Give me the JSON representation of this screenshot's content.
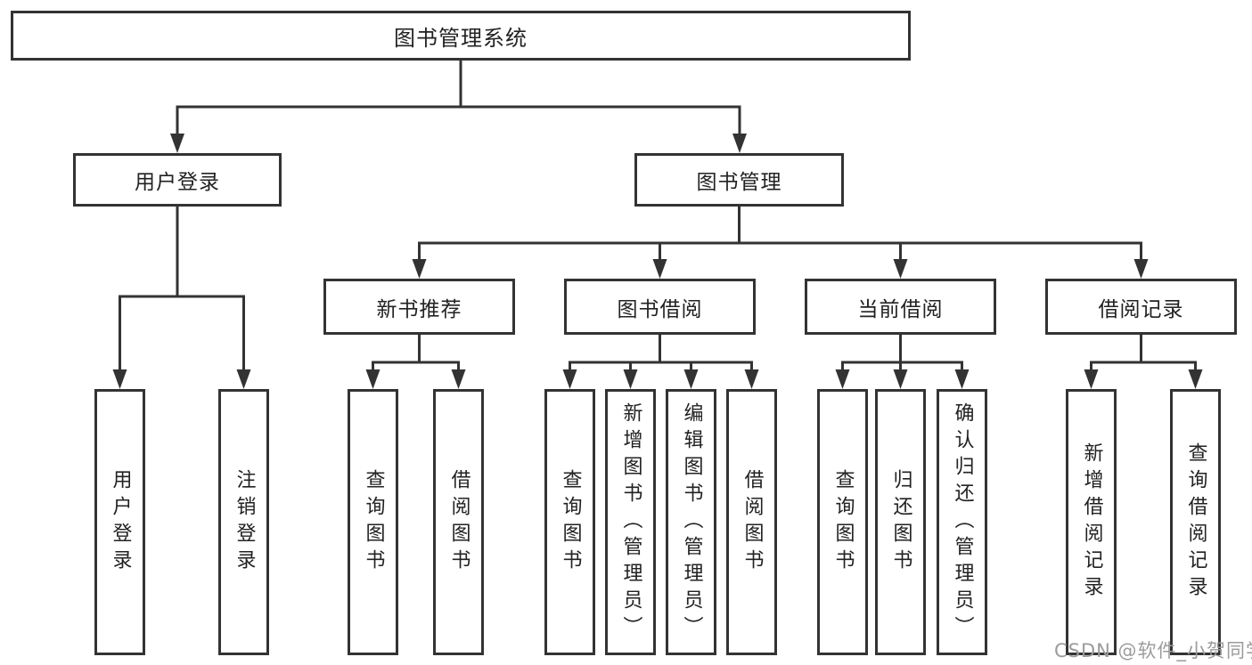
{
  "tree": {
    "root": "图书管理系统",
    "branches": [
      {
        "label": "用户登录",
        "children": [
          "用户登录",
          "注销登录"
        ]
      },
      {
        "label": "图书管理",
        "sections": [
          {
            "label": "新书推荐",
            "children": [
              "查询图书",
              "借阅图书"
            ]
          },
          {
            "label": "图书借阅",
            "children": [
              "查询图书",
              "新增图书（管理员）",
              "编辑图书（管理员）",
              "借阅图书"
            ]
          },
          {
            "label": "当前借阅",
            "children": [
              "查询图书",
              "归还图书",
              "确认归还（管理员）"
            ]
          },
          {
            "label": "借阅记录",
            "children": [
              "新增借阅记录",
              "查询借阅记录"
            ]
          }
        ]
      }
    ]
  },
  "watermark": "CSDN @软件_小贺同学",
  "colors": {
    "line": "#333333",
    "text": "#222222",
    "background": "#ffffff",
    "watermark": "#9b9b9b"
  }
}
